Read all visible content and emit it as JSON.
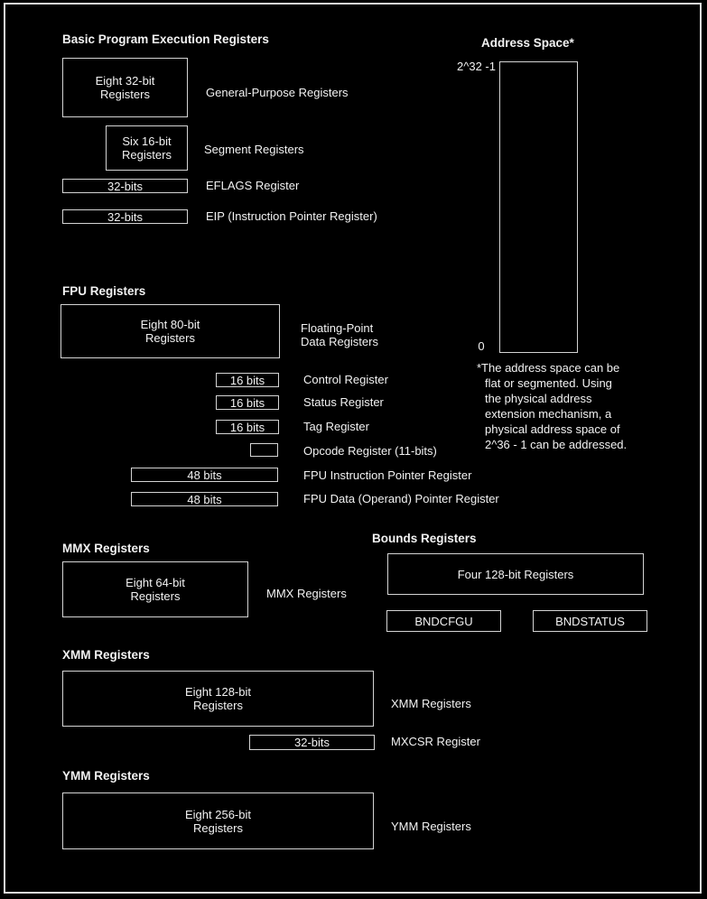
{
  "basic": {
    "heading": "Basic Program Execution Registers",
    "gpr": {
      "box": [
        "Eight 32-bit",
        "Registers"
      ],
      "label": "General-Purpose Registers"
    },
    "segment": {
      "box": [
        "Six 16-bit",
        "Registers"
      ],
      "label": "Segment Registers"
    },
    "eflags": {
      "box": "32-bits",
      "label": "EFLAGS Register"
    },
    "eip": {
      "box": "32-bits",
      "label": "EIP (Instruction Pointer Register)"
    }
  },
  "address_space": {
    "heading": "Address Space*",
    "top_label": "2^32 -1",
    "bottom_label": "0",
    "note_lines": [
      "*The address space can be",
      "flat or segmented. Using",
      "the physical address",
      "extension mechanism, a",
      "physical address space of",
      "2^36 - 1 can be addressed."
    ]
  },
  "fpu": {
    "heading": "FPU Registers",
    "data": {
      "box": [
        "Eight 80-bit",
        "Registers"
      ],
      "label": [
        "Floating-Point",
        "Data Registers"
      ]
    },
    "control": {
      "box": "16 bits",
      "label": "Control Register"
    },
    "status": {
      "box": "16 bits",
      "label": "Status Register"
    },
    "tag": {
      "box": "16 bits",
      "label": "Tag Register"
    },
    "opcode": {
      "label": "Opcode Register (11-bits)"
    },
    "instruction_pointer": {
      "box": "48 bits",
      "label": "FPU Instruction Pointer Register"
    },
    "data_pointer": {
      "box": "48 bits",
      "label": "FPU Data (Operand) Pointer Register"
    }
  },
  "mmx": {
    "heading": "MMX Registers",
    "box": [
      "Eight 64-bit",
      "Registers"
    ],
    "label": "MMX Registers"
  },
  "bounds": {
    "heading": "Bounds Registers",
    "box": "Four 128-bit Registers",
    "bndcfgu": "BNDCFGU",
    "bndstatus": "BNDSTATUS"
  },
  "xmm": {
    "heading": "XMM Registers",
    "box": [
      "Eight 128-bit",
      "Registers"
    ],
    "label": "XMM Registers",
    "mxcsr_box": "32-bits",
    "mxcsr_label": "MXCSR Register"
  },
  "ymm": {
    "heading": "YMM Registers",
    "box": [
      "Eight 256-bit",
      "Registers"
    ],
    "label": "YMM Registers"
  },
  "colors": {
    "background": "#000000",
    "box_border": "#d4d4d4",
    "frame_border": "#dedede",
    "text": "#f2f2f2"
  }
}
